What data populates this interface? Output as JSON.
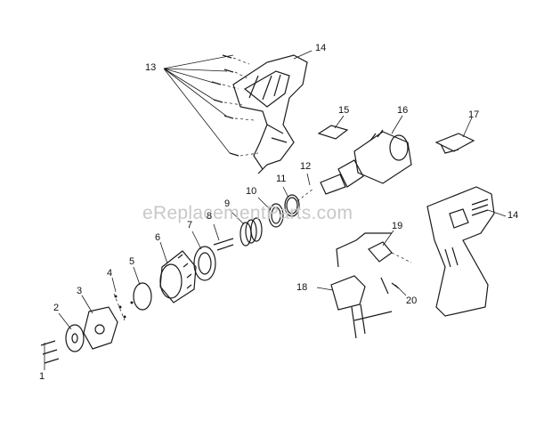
{
  "watermark": "eReplacementParts.com",
  "labels": {
    "p1": "1",
    "p2": "2",
    "p3": "3",
    "p4": "4",
    "p5": "5",
    "p6": "6",
    "p7": "7",
    "p8": "8",
    "p9": "9",
    "p10": "10",
    "p11": "11",
    "p12": "12",
    "p13": "13",
    "p14a": "14",
    "p14b": "14",
    "p15": "15",
    "p16": "16",
    "p17": "17",
    "p18": "18",
    "p19": "19",
    "p20": "20"
  }
}
